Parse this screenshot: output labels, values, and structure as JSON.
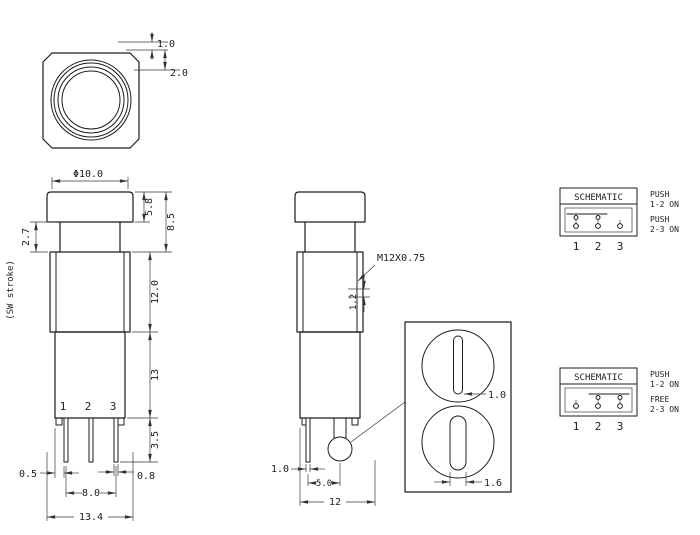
{
  "top_view": {
    "dim_1_0": "1.0",
    "dim_2_0": "2.0"
  },
  "front_view": {
    "dim_cap_diameter": "Φ10.0",
    "dim_cap_height": "5.8",
    "dim_cap_total": "8.5",
    "dim_stroke": "2.7",
    "stroke_note": "(SW stroke)",
    "dim_body_height": "12.0",
    "dim_lower_height": "13",
    "dim_pin_length": "3.5",
    "dim_pin_offset": "0.5",
    "dim_pin_pitch": "8.0",
    "dim_pin_width": "0.8",
    "dim_total_width": "13.4",
    "pin_1": "1",
    "pin_2": "2",
    "pin_3": "3"
  },
  "side_view": {
    "thread_label": "M12X0.75",
    "dim_groove": "1.2",
    "dim_pin_width": "1.0",
    "dim_boss_offset": "5.0",
    "dim_depth": "12"
  },
  "detail_view": {
    "dim_slot_top": "1.0",
    "dim_slot_bottom": "1.6"
  },
  "schematic_top": {
    "title": "SCHEMATIC",
    "pin_1": "1",
    "pin_2": "2",
    "pin_3": "3",
    "note_1_line_1": "PUSH",
    "note_1_line_2": "1-2 ON",
    "note_2_line_1": "PUSH",
    "note_2_line_2": "2-3 ON"
  },
  "schematic_bottom": {
    "title": "SCHEMATIC",
    "pin_1": "1",
    "pin_2": "2",
    "pin_3": "3",
    "note_1_line_1": "PUSH",
    "note_1_line_2": "1-2 ON",
    "note_2_line_1": "FREE",
    "note_2_line_2": "2-3 ON"
  }
}
